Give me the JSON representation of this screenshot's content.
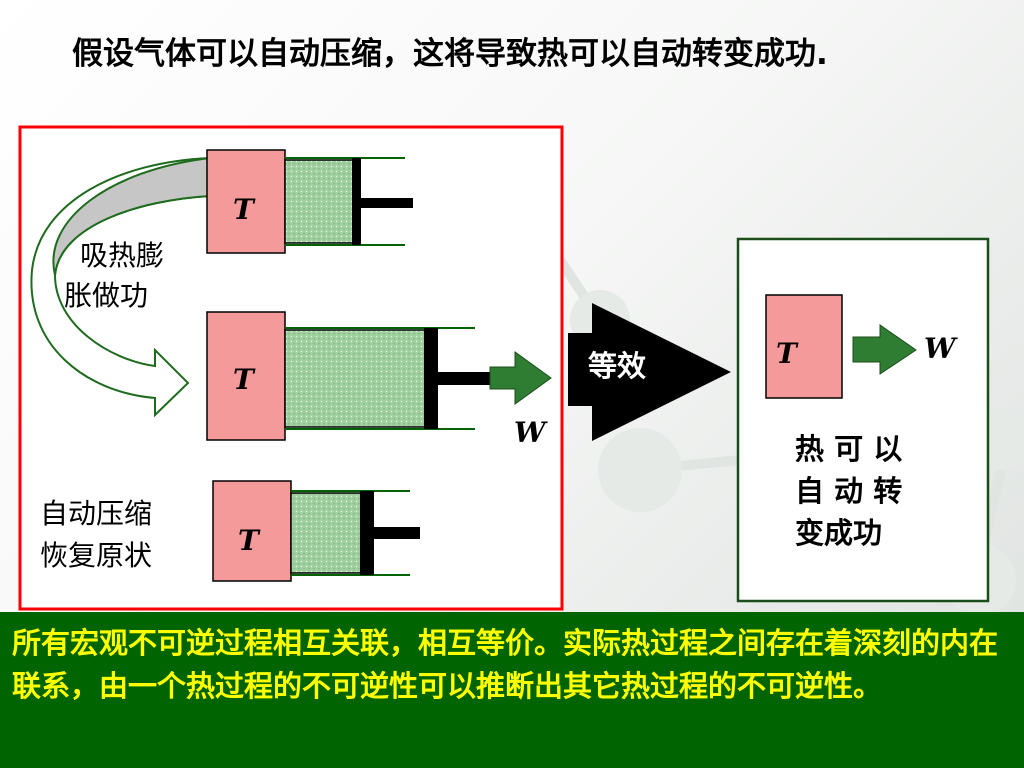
{
  "title": "假设气体可以自动压缩，这将导致热可以自动转变成功.",
  "diagram": {
    "cycle_label_line1": "吸热膨",
    "cycle_label_line2": "胀做功",
    "compress_label_line1": "自动压缩",
    "compress_label_line2": "恢复原状",
    "equivalence_label": "等效",
    "reservoir_symbol": "T",
    "work_symbol": "W",
    "result_line1": "热 可 以",
    "result_line2": "自 动 转",
    "result_line3": "变成功"
  },
  "conclusion": "所有宏观不可逆过程相互关联，相互等价。实际热过程之间存在着深刻的内在联系，由一个热过程的不可逆性可以推断出其它热过程的不可逆性。",
  "colors": {
    "left_frame": "#ff0000",
    "reservoir": "#f49a9a",
    "gas": "#9fcf9f",
    "arrow": "#2e7d32",
    "bottom_bar": "#006400",
    "bottom_text": "#ffff00"
  }
}
